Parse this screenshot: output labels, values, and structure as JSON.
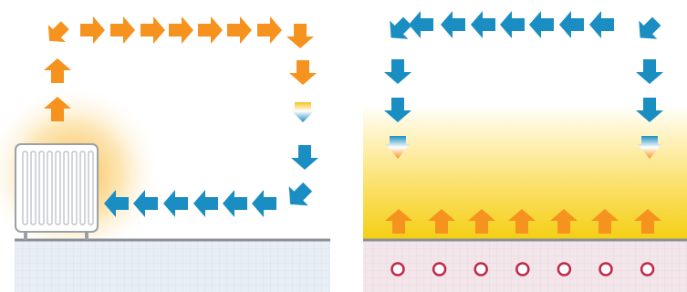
{
  "panels": [
    {
      "id": "radiator-heating",
      "arrow_colors": {
        "warm": "#f6921e",
        "cool": "#1a8ec2",
        "transition_top": "#f7c21e"
      },
      "radiator_glow": "#f9b233",
      "floor_color": "#e8eef6",
      "floor_line": "#8a8f96"
    },
    {
      "id": "underfloor-heating",
      "arrow_colors": {
        "warm": "#f6921e",
        "cool": "#1a8ec2"
      },
      "warm_zone_top": "#fffbe8",
      "warm_zone_bottom": "#f6d21e",
      "floor_color": "#f3e6ea",
      "floor_line": "#8a8f96",
      "pipe_color": "#c0284a",
      "pipe_count": 7
    }
  ]
}
